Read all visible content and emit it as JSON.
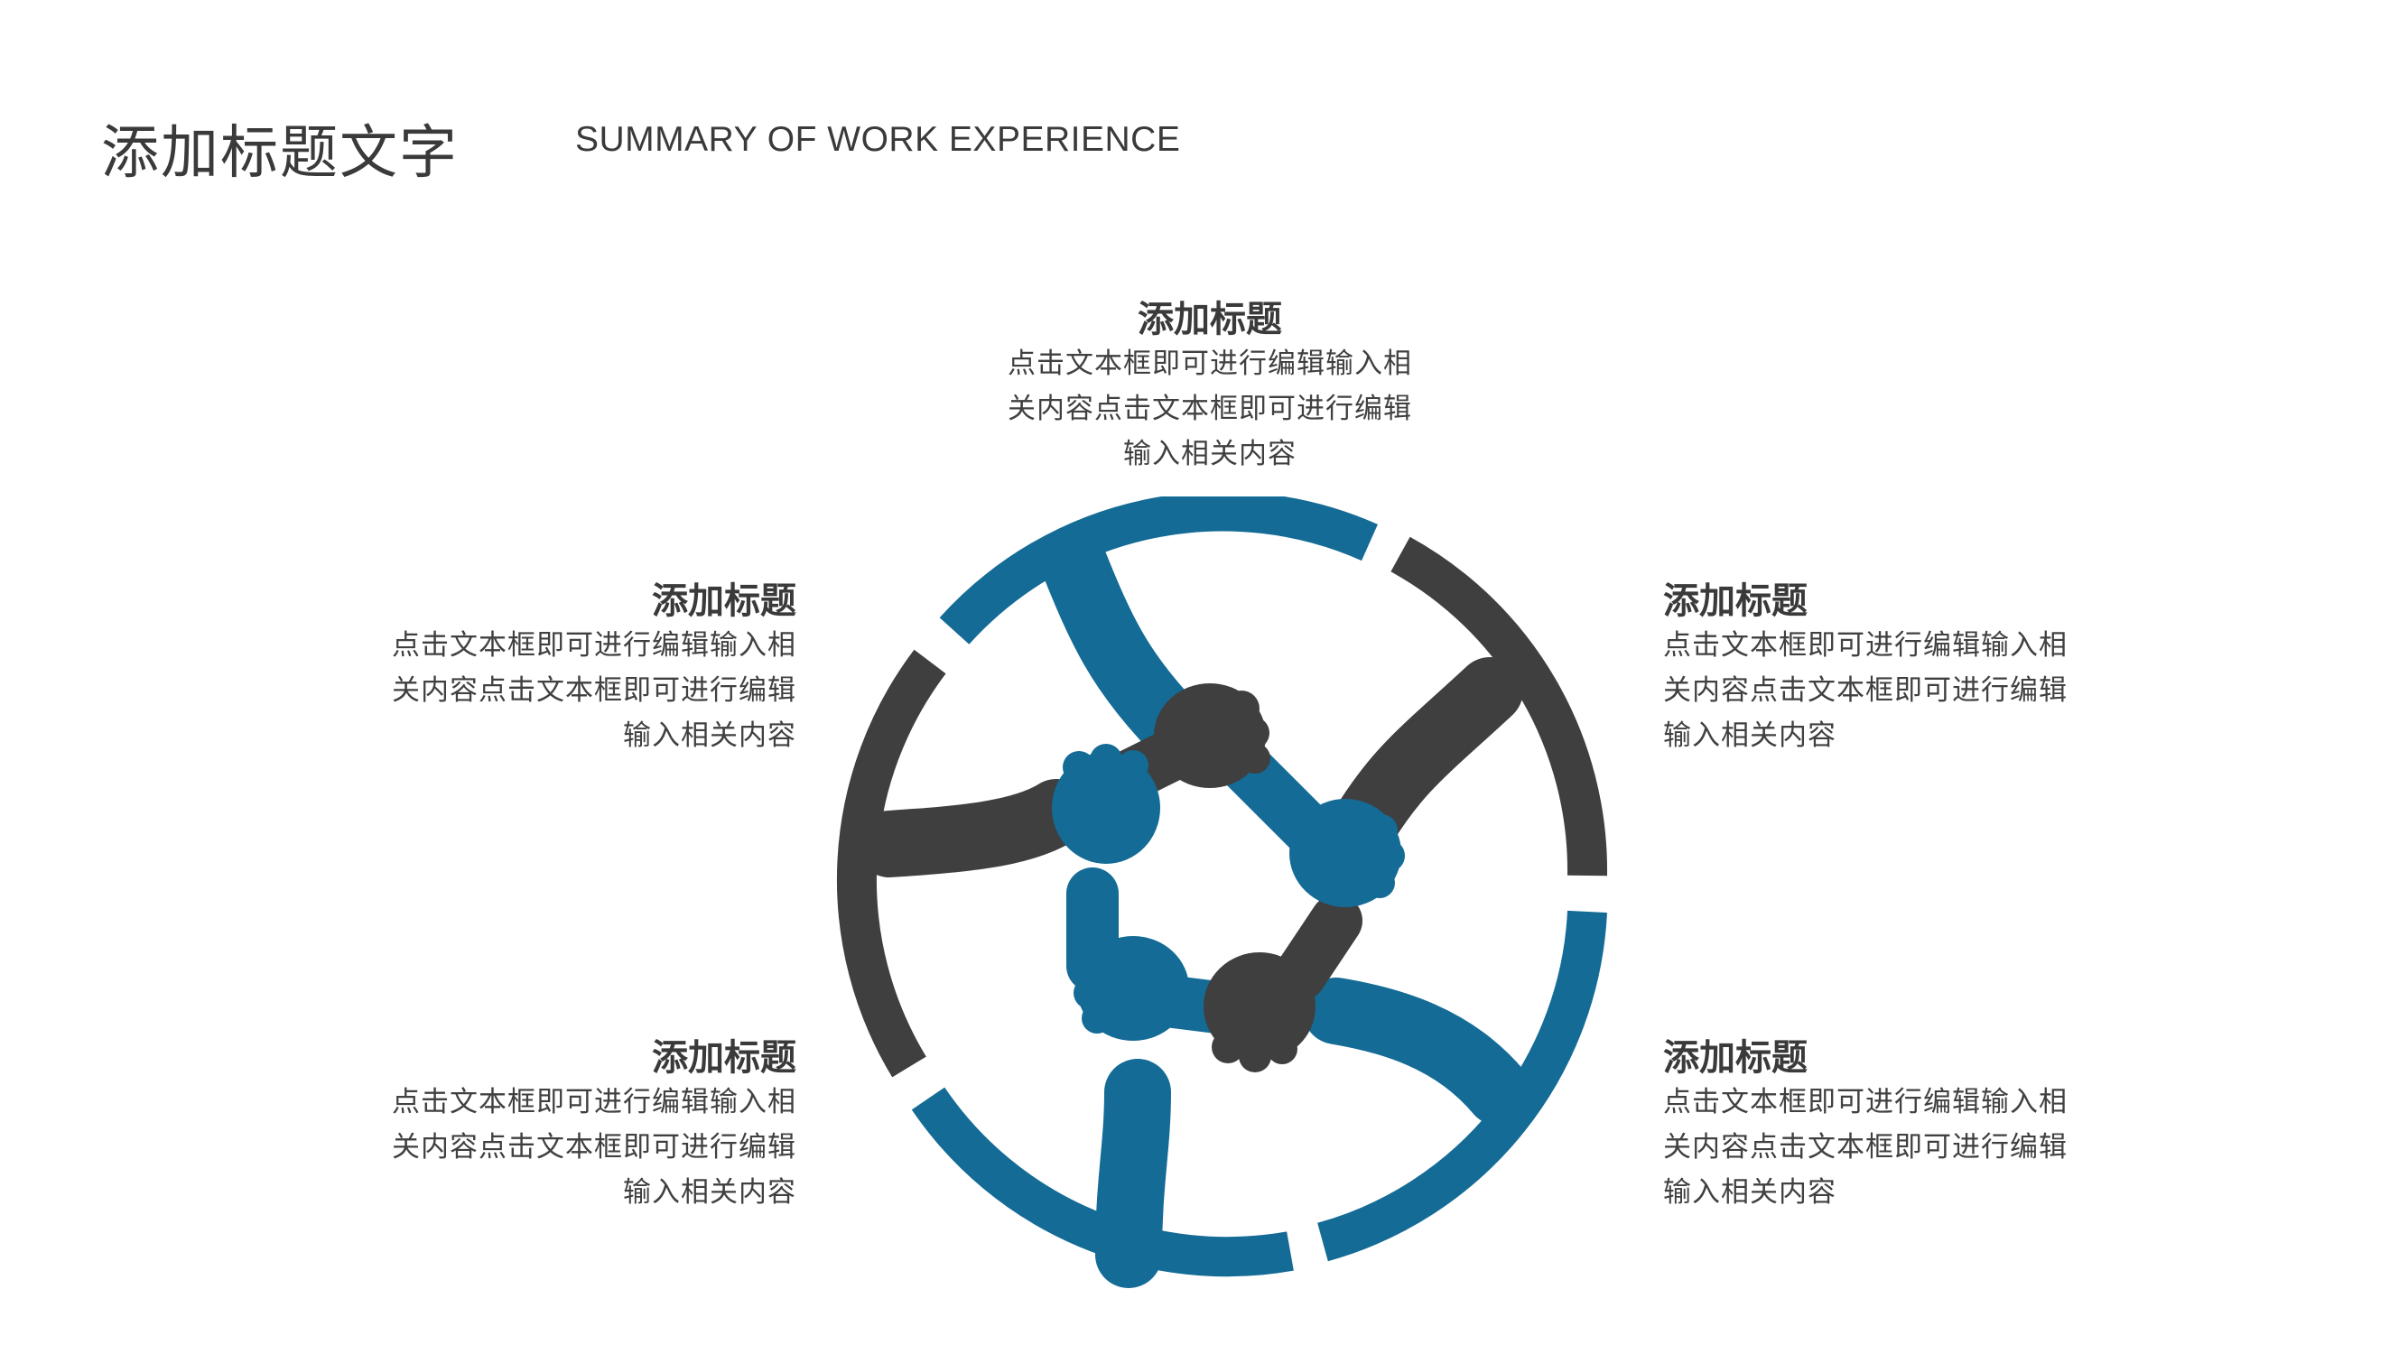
{
  "header": {
    "title": "添加标题文字",
    "subtitle": "SUMMARY OF WORK EXPERIENCE"
  },
  "blocks": {
    "top": {
      "title": "添加标题",
      "line1": "点击文本框即可进行编辑输入相",
      "line2": "关内容点击文本框即可进行编辑",
      "line3": "输入相关内容"
    },
    "left_top": {
      "title": "添加标题",
      "line1": "点击文本框即可进行编辑输入相",
      "line2": "关内容点击文本框即可进行编辑",
      "line3": "输入相关内容"
    },
    "left_bottom": {
      "title": "添加标题",
      "line1": "点击文本框即可进行编辑输入相",
      "line2": "关内容点击文本框即可进行编辑",
      "line3": "输入相关内容"
    },
    "right_top": {
      "title": "添加标题",
      "line1": "点击文本框即可进行编辑输入相",
      "line2": "关内容点击文本框即可进行编辑",
      "line3": "输入相关内容"
    },
    "right_bottom": {
      "title": "添加标题",
      "line1": "点击文本框即可进行编辑输入相",
      "line2": "关内容点击文本框即可进行编辑",
      "line3": "输入相关内容"
    }
  },
  "colors": {
    "blue": "#136b96",
    "dark": "#3f3f3f",
    "text": "#404040"
  },
  "graphic": {
    "icon": "teamwork-hands-circle-icon"
  }
}
